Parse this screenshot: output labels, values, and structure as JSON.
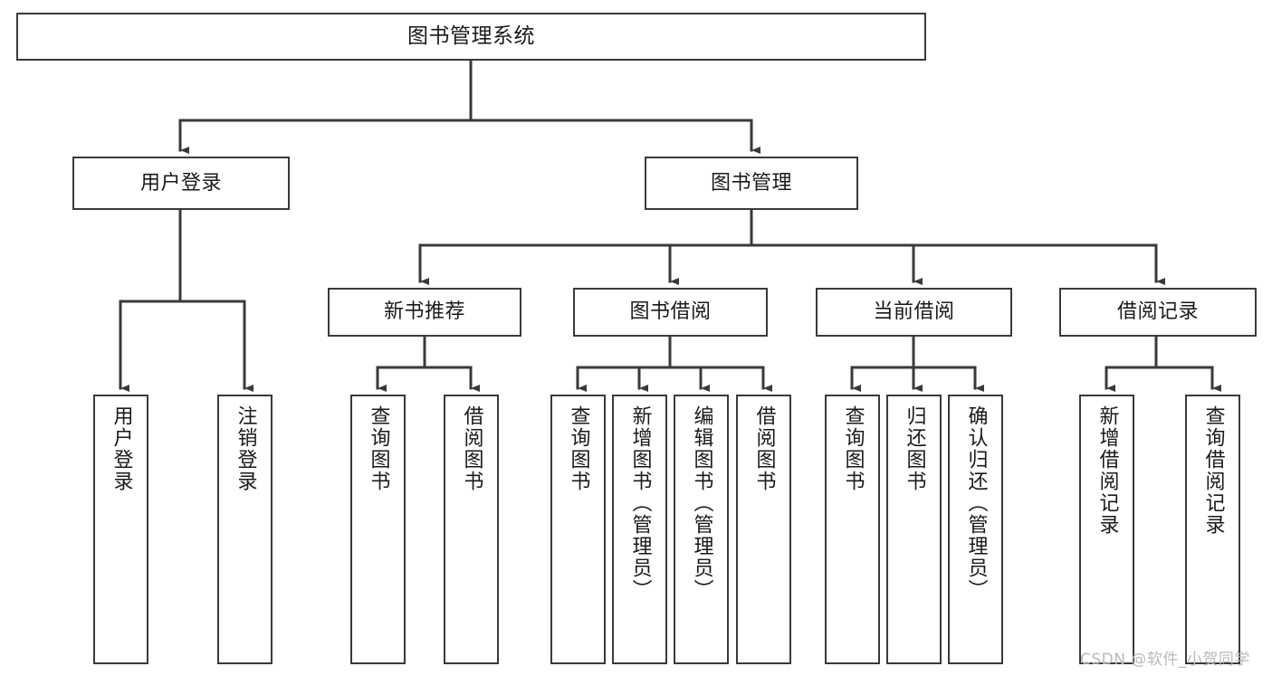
{
  "diagram": {
    "type": "tree-hierarchy-chart",
    "title_node": {
      "label": "图书管理系统"
    },
    "level2": [
      {
        "id": "user-login",
        "label": "用户登录"
      },
      {
        "id": "book-management",
        "label": "图书管理"
      }
    ],
    "level3": [
      {
        "id": "new-book-recommend",
        "label": "新书推荐"
      },
      {
        "id": "book-borrow",
        "label": "图书借阅"
      },
      {
        "id": "current-borrow",
        "label": "当前借阅"
      },
      {
        "id": "borrow-record",
        "label": "借阅记录"
      }
    ],
    "leaves": [
      {
        "id": "leaf-user-login",
        "label": "用户登录",
        "parent": "user-login"
      },
      {
        "id": "leaf-logout-login",
        "label": "注销登录",
        "parent": "user-login"
      },
      {
        "id": "leaf-query-book-1",
        "label": "查询图书",
        "parent": "new-book-recommend"
      },
      {
        "id": "leaf-borrow-book-1",
        "label": "借阅图书",
        "parent": "new-book-recommend"
      },
      {
        "id": "leaf-query-book-2",
        "label": "查询图书",
        "parent": "book-borrow"
      },
      {
        "id": "leaf-add-book",
        "label": "新增图书（管理员）",
        "parent": "book-borrow"
      },
      {
        "id": "leaf-edit-book",
        "label": "编辑图书（管理员）",
        "parent": "book-borrow"
      },
      {
        "id": "leaf-borrow-book-2",
        "label": "借阅图书",
        "parent": "book-borrow"
      },
      {
        "id": "leaf-query-book-3",
        "label": "查询图书",
        "parent": "current-borrow"
      },
      {
        "id": "leaf-return-book",
        "label": "归还图书",
        "parent": "current-borrow"
      },
      {
        "id": "leaf-confirm-return",
        "label": "确认归还（管理员）",
        "parent": "current-borrow"
      },
      {
        "id": "leaf-add-record",
        "label": "新增借阅记录",
        "parent": "borrow-record"
      },
      {
        "id": "leaf-query-record",
        "label": "查询借阅记录",
        "parent": "borrow-record"
      }
    ],
    "watermark": "CSDN @软件_小贺同学",
    "colors": {
      "background": "#ffffff",
      "border": "#3a3a3a",
      "text": "#1a1a1a",
      "connector": "#3a3a3a",
      "watermark": "#b9b9b9"
    }
  }
}
